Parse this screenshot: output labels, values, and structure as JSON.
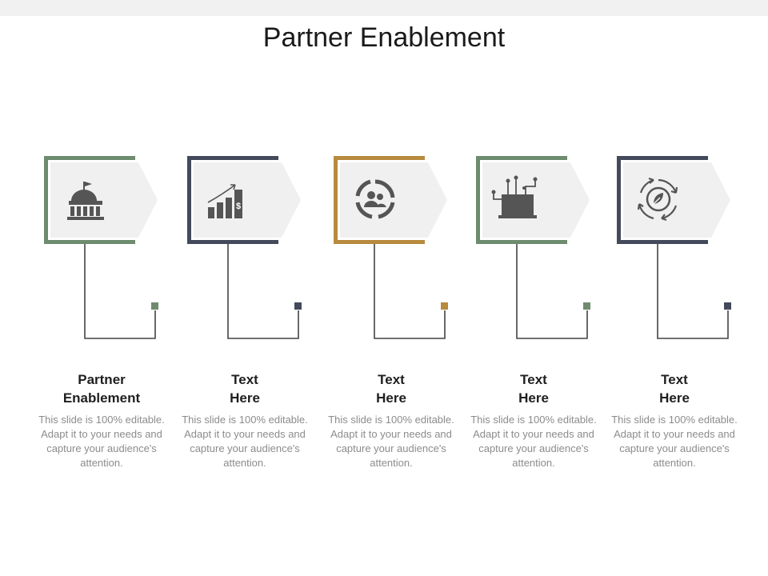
{
  "title": "Partner Enablement",
  "steps": [
    {
      "heading": "Partner\nEnablement",
      "body": "This slide is 100% editable. Adapt it to your needs and capture your audience's attention.",
      "icon": "government-building-icon",
      "accent": "#6e8b6e"
    },
    {
      "heading": "Text\nHere",
      "body": "This slide is 100% editable. Adapt it to your needs and capture your audience's attention.",
      "icon": "growth-chart-dollar-icon",
      "accent": "#434a5c"
    },
    {
      "heading": "Text\nHere",
      "body": "This slide is 100% editable. Adapt it to your needs and capture your audience's attention.",
      "icon": "team-cycle-icon",
      "accent": "#b88a3e"
    },
    {
      "heading": "Text\nHere",
      "body": "This slide is 100% editable. Adapt it to your needs and capture your audience's attention.",
      "icon": "circuit-board-icon",
      "accent": "#6e8b6e"
    },
    {
      "heading": "Text\nHere",
      "body": "This slide is 100% editable. Adapt it to your needs and capture your audience's attention.",
      "icon": "eco-recycle-leaf-icon",
      "accent": "#434a5c"
    }
  ]
}
